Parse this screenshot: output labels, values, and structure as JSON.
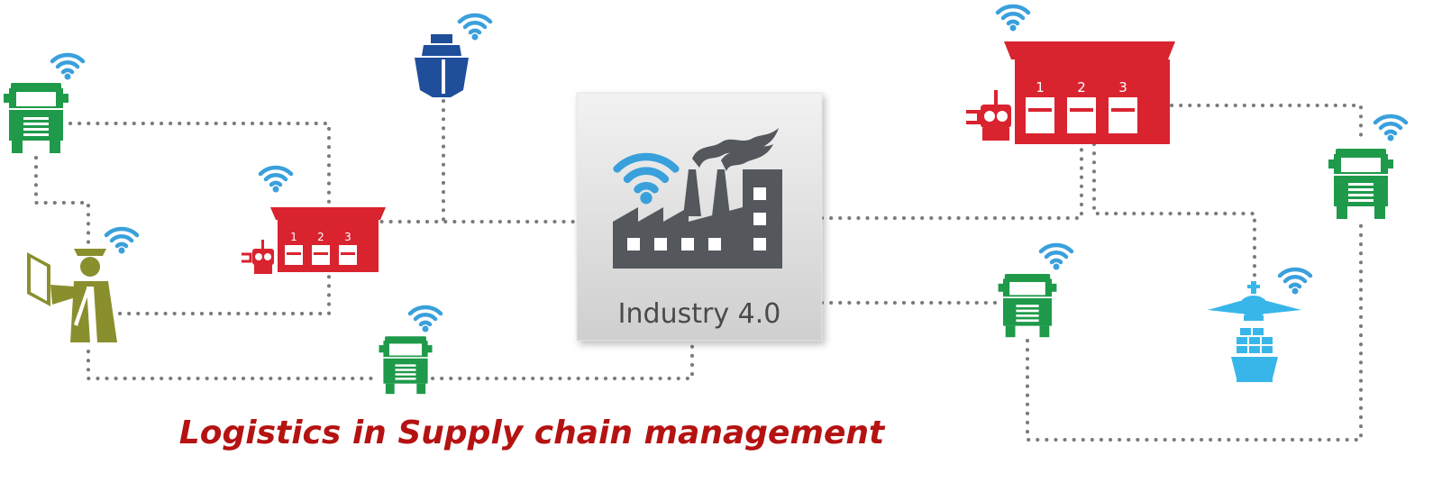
{
  "center": {
    "title": "Industry 4.0",
    "icon": "factory-icon"
  },
  "caption": "Logistics in Supply chain management",
  "warehouse": {
    "bay_labels": [
      "1",
      "2",
      "3"
    ]
  },
  "colors": {
    "truck": "#1f9a4a",
    "warehouse": "#d9232f",
    "ship": "#1f4e9b",
    "wifi": "#3aa0dc",
    "officer": "#8a8f2e",
    "factory": "#54585d",
    "plane": "#38b6ea",
    "caption": "#b51212",
    "connector": "#7a7a7a"
  },
  "nodes": [
    {
      "name": "truck-top-left",
      "icon": "truck-icon"
    },
    {
      "name": "ship",
      "icon": "ship-icon"
    },
    {
      "name": "warehouse-small",
      "icon": "warehouse-icon"
    },
    {
      "name": "customs-officer",
      "icon": "officer-icon"
    },
    {
      "name": "truck-bottom",
      "icon": "truck-icon"
    },
    {
      "name": "warehouse-large",
      "icon": "warehouse-icon"
    },
    {
      "name": "truck-mid-right",
      "icon": "truck-icon"
    },
    {
      "name": "truck-far-right",
      "icon": "truck-icon"
    },
    {
      "name": "air-and-sea-cargo",
      "icon": "plane-icon"
    }
  ]
}
